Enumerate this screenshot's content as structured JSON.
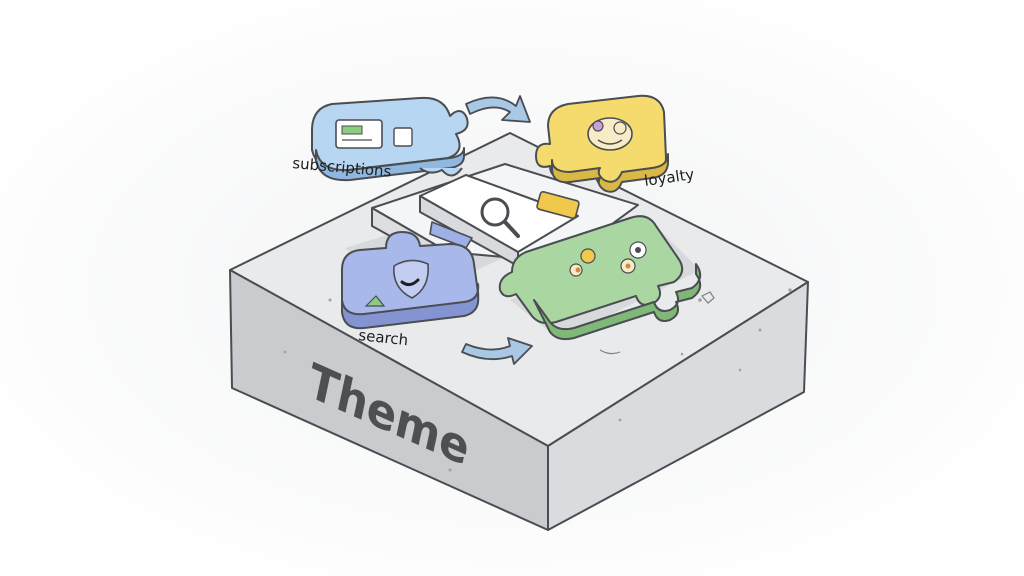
{
  "diagram": {
    "base_label": "Theme",
    "pieces": [
      {
        "id": "subscriptions",
        "label": "subscriptions",
        "color": "#b7d6f2",
        "icon": "card-icon"
      },
      {
        "id": "loyalty",
        "label": "loyalty",
        "color": "#f5db6e",
        "icon": "character-icon"
      },
      {
        "id": "search",
        "label": "search",
        "color": "#a9b8ea",
        "icon": "shield-icon"
      },
      {
        "id": "center",
        "label": "",
        "color": "#f4f5f7",
        "icon": "magnifier-icon"
      },
      {
        "id": "green",
        "label": "",
        "color": "#a9d6a1",
        "icon": "faces-icon"
      }
    ]
  },
  "colors": {
    "base_top": "#e9eaec",
    "base_left": "#c9cbce",
    "base_right": "#d9dbde",
    "outline": "#4a4d52",
    "arrow": "#a9c8e6"
  }
}
